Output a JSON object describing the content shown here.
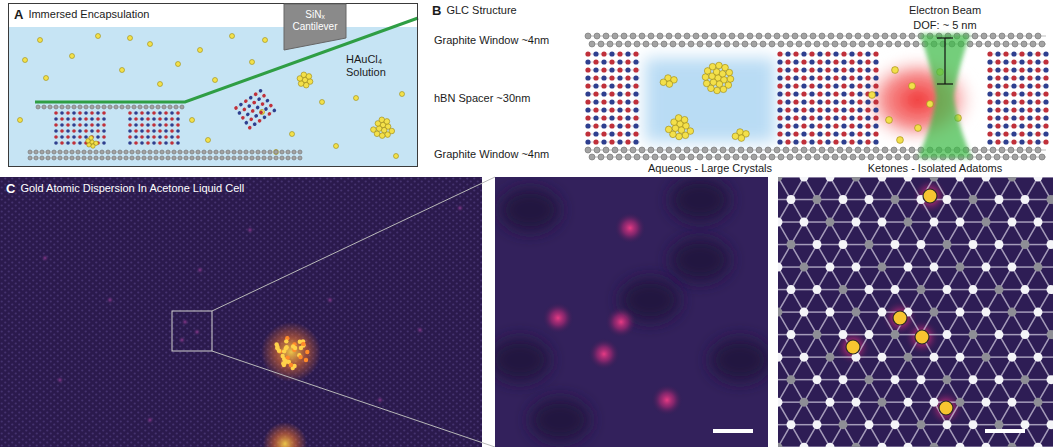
{
  "diagram": {
    "nodes": [
      {
        "text": [
          "A",
          "Immersed Encapsulation",
          "HAuCl₄ Solution"
        ]
      },
      {
        "text": [
          "SiNₓ Cantilever"
        ],
        "in": 0
      },
      {
        "text": [
          "C",
          "Gold Atomic Dispersion In Acetone Liquid Cell"
        ]
      }
    ],
    "labels": [
      "B",
      "GLC Structure",
      "Electron Beam",
      "DOF: ~ 5 nm",
      "Graphite Window ~4nm",
      "hBN Spacer ~30nm",
      "Graphite Window ~4nm",
      "Aqueous - Large Crystals",
      "Ketones - Isolated Adatoms"
    ]
  }
}
